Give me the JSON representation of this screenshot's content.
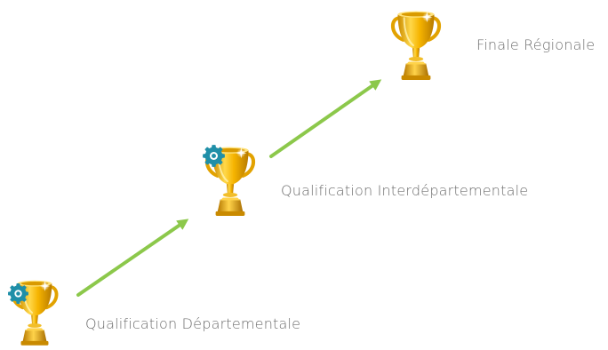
{
  "colors": {
    "arrow": "#8cc84b",
    "gear": "#1f8fa8",
    "trophy_gold": "#f5b800",
    "label_text": "#6d6d6d"
  },
  "stages": [
    {
      "label": "Qualification Départementale",
      "icon": "trophy-icon",
      "badge": "gear-icon"
    },
    {
      "label": "Qualification Interdépartementale",
      "icon": "trophy-icon",
      "badge": "gear-icon"
    },
    {
      "label": "Finale Régionale",
      "icon": "trophy-icon",
      "badge": null
    }
  ],
  "connectors": [
    {
      "from": "Qualification Départementale",
      "to": "Qualification Interdépartementale",
      "icon": "arrow-icon"
    },
    {
      "from": "Qualification Interdépartementale",
      "to": "Finale Régionale",
      "icon": "arrow-icon"
    }
  ]
}
